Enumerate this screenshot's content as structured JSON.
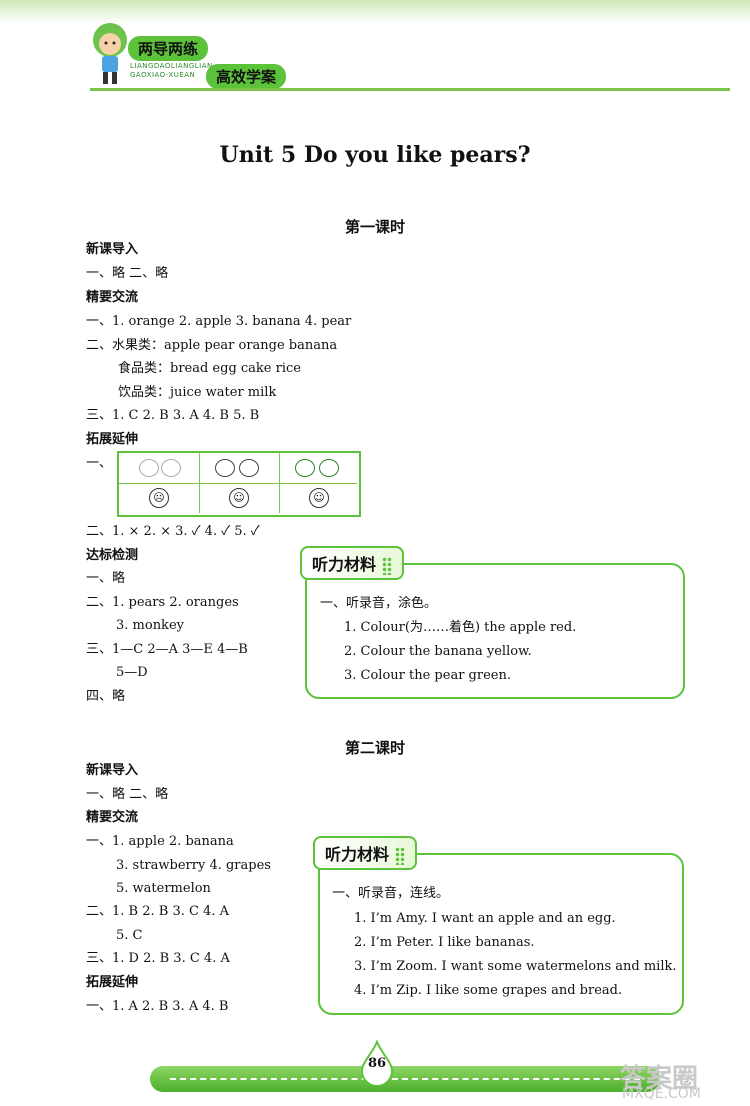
{
  "header": {
    "brand_line1": "两导两练",
    "brand_sub": "LIANGDAOLIANGLIAN GAOXIAO·XUEAN",
    "brand_line2": "高效学案"
  },
  "title": "Unit 5  Do you like pears?",
  "lesson1": {
    "heading": "第一课时",
    "sec1": "新课导入",
    "sec1_l1": "一、略      二、略",
    "sec2": "精要交流",
    "sec2_l1": "一、1. orange   2. apple   3. banana   4. pear",
    "sec2_l2": "二、水果类：apple   pear   orange   banana",
    "sec2_l3": "食品类：bread   egg   cake   rice",
    "sec2_l4": "饮品类：juice   water   milk",
    "sec2_l5": "三、1. C   2. B   3. A   4. B   5. B",
    "sec3": "拓展延伸",
    "sec3_l1": "一、",
    "sec3_l2": "二、1.  ×   2.  ×   3.  ✓   4.  ✓   5.  ✓",
    "sec4": "达标检测",
    "sec4_l1": "一、略",
    "sec4_l2": "二、1.  pears   2.  oranges",
    "sec4_l3": "3.  monkey",
    "sec4_l4": "三、1—C   2—A   3—E   4—B",
    "sec4_l5": "5—D",
    "sec4_l6": "四、略",
    "listen_tag": "听力材料",
    "listen": {
      "l0": "一、听录音，涂色。",
      "l1": "1. Colour(为……着色) the apple red.",
      "l2": "2. Colour the banana yellow.",
      "l3": "3. Colour the pear green."
    }
  },
  "lesson2": {
    "heading": "第二课时",
    "sec1": "新课导入",
    "sec1_l1": "一、略   二、略",
    "sec2": "精要交流",
    "sec2_l1": "一、1.  apple   2.  banana",
    "sec2_l2": "3.  strawberry   4.  grapes",
    "sec2_l3": "5.  watermelon",
    "sec2_l4": "二、1.  B   2.  B   3.  C   4.  A",
    "sec2_l5": "5.  C",
    "sec2_l6": "三、1.  D   2.  B   3.  C   4.  A",
    "sec3": "拓展延伸",
    "sec3_l1": "一、1.  A   2.  B   3.  A   4.  B",
    "listen_tag": "听力材料",
    "listen": {
      "l0": "一、听录音，连线。",
      "l1": "1. I’m Amy. I want an apple and an egg.",
      "l2": "2. I’m Peter. I like bananas.",
      "l3": "3. I’m Zoom. I want some watermelons and milk.",
      "l4": "4. I’m Zip. I like some grapes and bread."
    }
  },
  "page_number": "86",
  "watermark": "答案圈",
  "watermark_url": "MXQE.COM"
}
